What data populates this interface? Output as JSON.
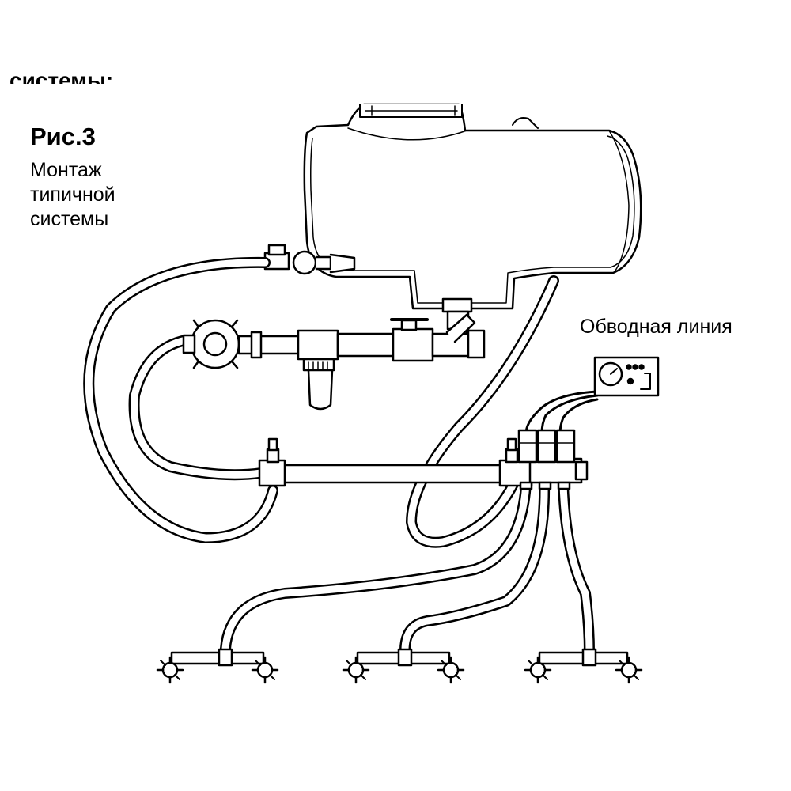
{
  "header": {
    "cut_text": "системы:"
  },
  "figure": {
    "label": "Рис.3",
    "caption_lines": [
      "Монтаж",
      "типичной",
      "системы"
    ]
  },
  "callouts": {
    "bypass_line": "Обводная линия"
  }
}
